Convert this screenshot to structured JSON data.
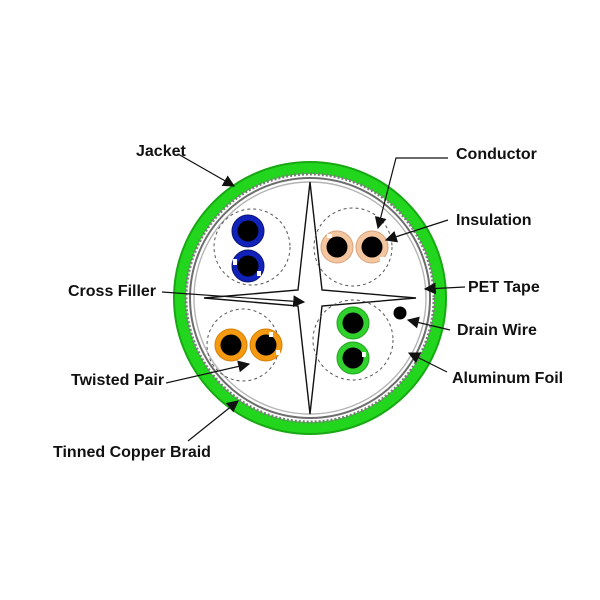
{
  "labels": {
    "jacket": "Jacket",
    "conductor": "Conductor",
    "insulation": "Insulation",
    "cross_filler": "Cross Filler",
    "pet_tape": "PET Tape",
    "drain_wire": "Drain Wire",
    "twisted_pair": "Twisted Pair",
    "aluminum_foil": "Aluminum Foil",
    "tinned_copper_braid": "Tinned Copper Braid"
  },
  "colors": {
    "jacket": "#22d61e",
    "jacket_edge": "#18a814",
    "shield": "#8f8f8f",
    "core": "#ffffff",
    "text": "#111111",
    "pair_blue": "#1122bb",
    "pair_orange": "#f59a10",
    "pair_green": "#31d12d",
    "pair_brown": "#f4c6a0",
    "conductor": "#000000"
  }
}
